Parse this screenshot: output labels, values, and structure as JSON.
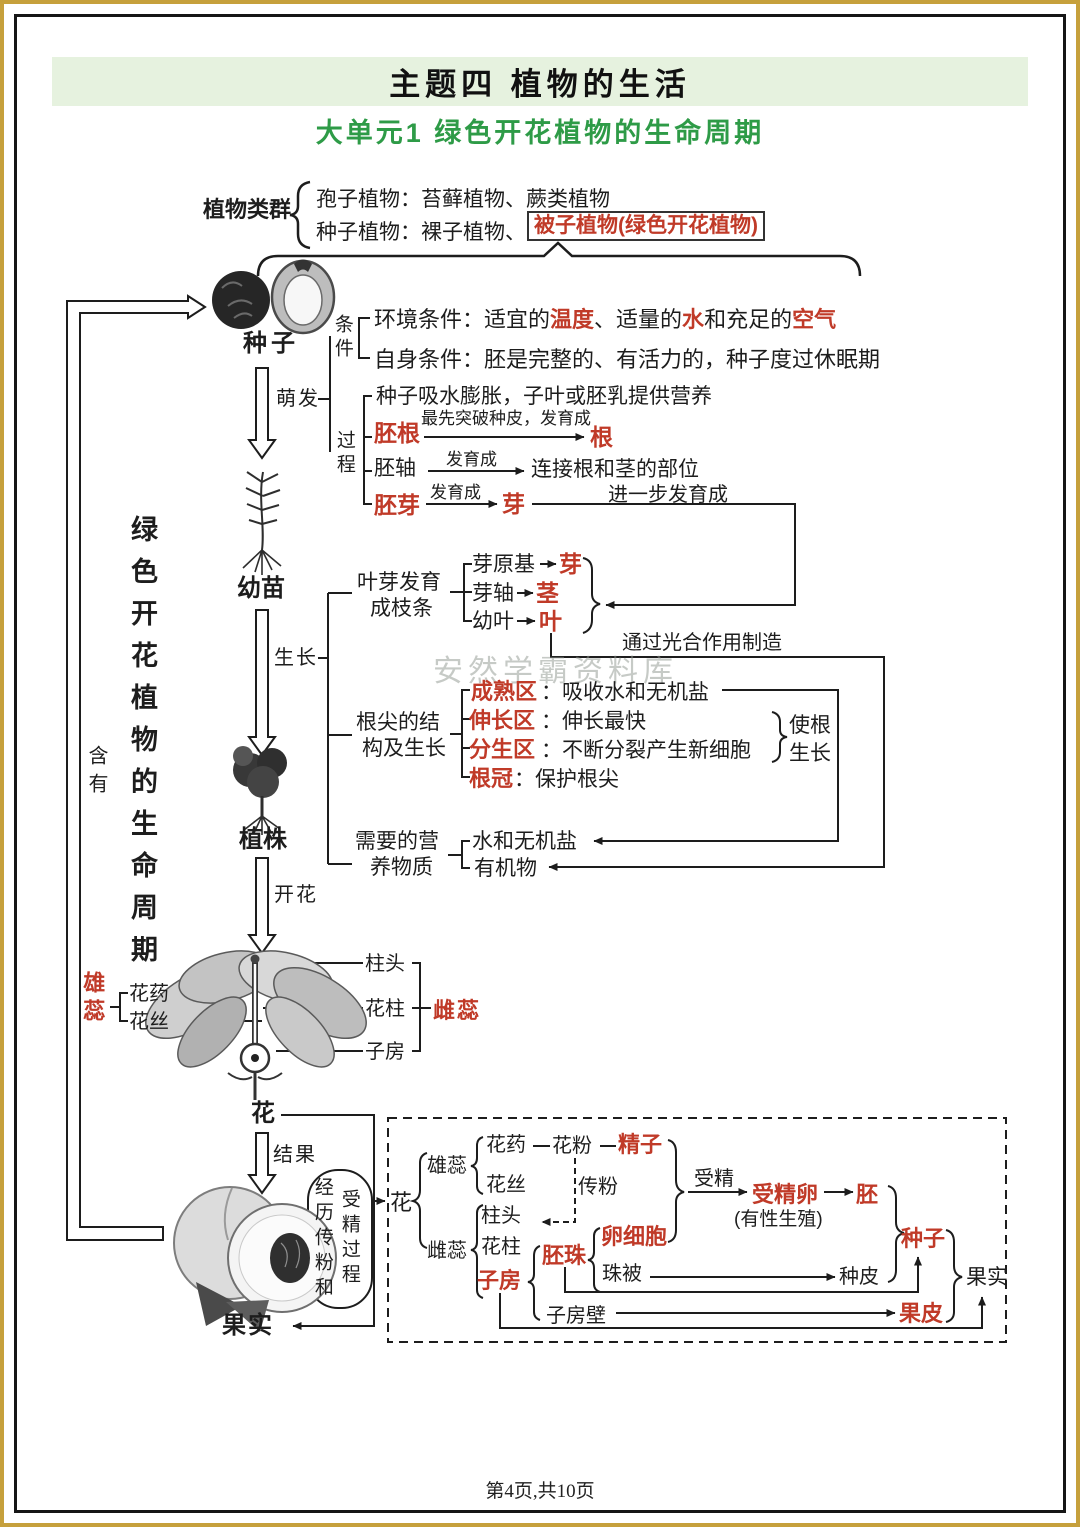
{
  "header": {
    "banner_title": "主题四  植物的生活",
    "subtitle": "大单元1  绿色开花植物的生命周期"
  },
  "taxonomy": {
    "label": "植物类群",
    "spore_row": "孢子植物：苔藓植物、蕨类植物",
    "seed_row_prefix": "种子植物：裸子植物、",
    "angiosperm_boxed": "被子植物(绿色开花植物)"
  },
  "cycle": {
    "side_title": "绿色开花植物的生命周期",
    "contains_label": "含有",
    "seed": "种子",
    "seedling": "幼苗",
    "plant": "植株",
    "flower": "花",
    "fruit": "果实",
    "germination": "萌发",
    "growth": "生长",
    "flowering": "开花",
    "fruiting": "结果"
  },
  "germ": {
    "cond_label": "条件",
    "proc_label": "过程",
    "env_prefix": "环境条件：适宜的",
    "env_red1": "温度",
    "env_mid1": "、适量的",
    "env_red2": "水",
    "env_mid2": "和充足的",
    "env_red3": "空气",
    "self_row": "自身条件：胚是完整的、有活力的，种子度过休眠期",
    "absorb_row": "种子吸水膨胀，子叶或胚乳提供营养",
    "radicle": "胚根",
    "radicle_note": "最先突破种皮，发育成",
    "root": "根",
    "hypocotyl": "胚轴",
    "develop1": "发育成",
    "hypocotyl_result": "连接根和茎的部位",
    "plumule": "胚芽",
    "develop2": "发育成",
    "bud": "芽",
    "further": "进一步发育成"
  },
  "branch": {
    "label1": "叶芽发育",
    "label2": "成枝条",
    "r1_from": "芽原基",
    "r1_to": "芽",
    "r2_from": "芽轴",
    "r2_to": "茎",
    "r3_from": "幼叶",
    "r3_to": "叶",
    "photo": "通过光合作用制造"
  },
  "root_tip": {
    "label1": "根尖的结",
    "label2": "构及生长",
    "z1": "成熟区",
    "z1d": "：吸收水和无机盐",
    "z2": "伸长区",
    "z2d": "：伸长最快",
    "z3": "分生区",
    "z3d": "：不断分裂产生新细胞",
    "z4": "根冠",
    "z4d": "：保护根尖",
    "effect1": "使根",
    "effect2": "生长"
  },
  "nutrition": {
    "label1": "需要的营",
    "label2": "养物质",
    "water": "水和无机盐",
    "organic": "有机物"
  },
  "flower": {
    "stamen": "雄蕊",
    "anther": "花药",
    "filament": "花丝",
    "stigma": "柱头",
    "style": "花柱",
    "ovary": "子房",
    "pistil": "雌蕊"
  },
  "fruiting": {
    "capsule1": "经历传粉和",
    "capsule2": "受精过程",
    "flower": "花",
    "stamen": "雄蕊",
    "anther": "花药",
    "pollen": "花粉",
    "sperm": "精子",
    "filament": "花丝",
    "pollination": "传粉",
    "pistil": "雌蕊",
    "stigma": "柱头",
    "style": "花柱",
    "ovary": "子房",
    "ovule": "胚珠",
    "egg": "卵细胞",
    "integument": "珠被",
    "ovary_wall": "子房壁",
    "fert": "受精",
    "zygote": "受精卵",
    "sexual": "(有性生殖)",
    "embryo": "胚",
    "seed_coat": "种皮",
    "seed": "种子",
    "pericarp": "果皮",
    "fruit": "果实"
  },
  "frame": {
    "footer": "第4页,共10页",
    "watermark": "安然学霸资料库"
  },
  "colors": {
    "accent_red": "#c03a28",
    "title_green": "#2e9b47",
    "banner_bg": "#e6f2df",
    "frame_gold": "#c6a03c",
    "line_black": "#1d1d1d"
  }
}
